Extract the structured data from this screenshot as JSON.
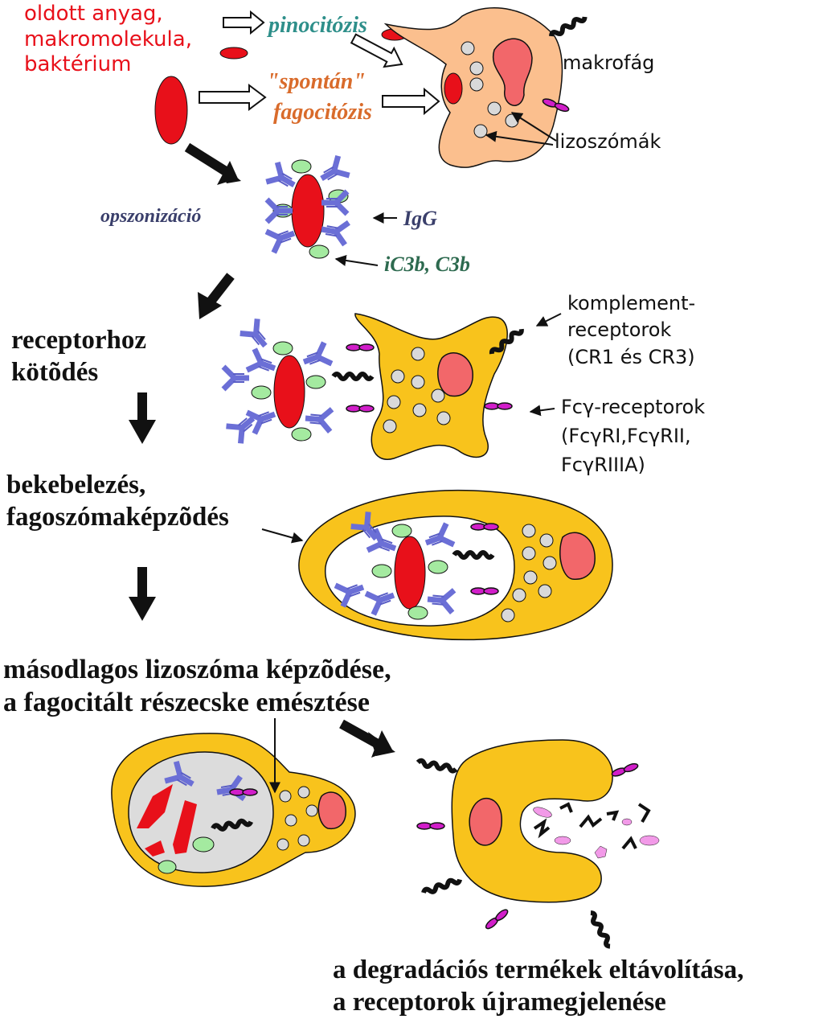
{
  "colors": {
    "bacterium": "#e8101a",
    "pinocitozis": "#2e8f8a",
    "fagocitozis": "#d96b2b",
    "igg_text": "#3a3f6b",
    "c3b_text": "#2d6a4f",
    "opsz_text": "#3a3f6b",
    "macrophage_resting": "#fbbf8e",
    "macrophage_active": "#f8c31c",
    "nucleus": "#f2676a",
    "antibody": "#6b6fd6",
    "complement": "#a4eaa0",
    "receptor": "#d11ec9",
    "lysosome": "#d9d9d9",
    "vacuole": "#dcdcdc",
    "debris": "#f29ae8"
  },
  "labels": {
    "substances_line1": "oldott anyag,",
    "substances_line2": "makromolekula,",
    "substances_line3": "baktérium",
    "pinocitozis": "pinocitózis",
    "spontan_line1": "\"spontán\"",
    "spontan_line2": "fagocitózis",
    "makrofag": "makrofág",
    "lizoszomak": "lizoszómák",
    "opszonizacio": "opszonizáció",
    "igg": "IgG",
    "ic3b": "iC3b, C3b",
    "komplement_line1": "komplement-",
    "komplement_line2": "receptorok",
    "komplement_line3": "(CR1 és CR3)",
    "fcg_line1": "Fcγ-receptorok",
    "fcg_line2": "(FcγRI,FcγRII,",
    "fcg_line3": "FcγRIIIA)"
  },
  "steps": {
    "receptor_line1": "receptorhoz",
    "receptor_line2": "kötõdés",
    "bekebelezes_line1": "bekebelezés,",
    "bekebelezes_line2": "fagoszómaképzõdés",
    "masodlagos_line1": "másodlagos lizoszóma képzõdése,",
    "masodlagos_line2": "a fagocitált részecske emésztése",
    "degradacio_line1": "a degradációs termékek eltávolítása,",
    "degradacio_line2": "a receptorok újramegjelenése"
  }
}
